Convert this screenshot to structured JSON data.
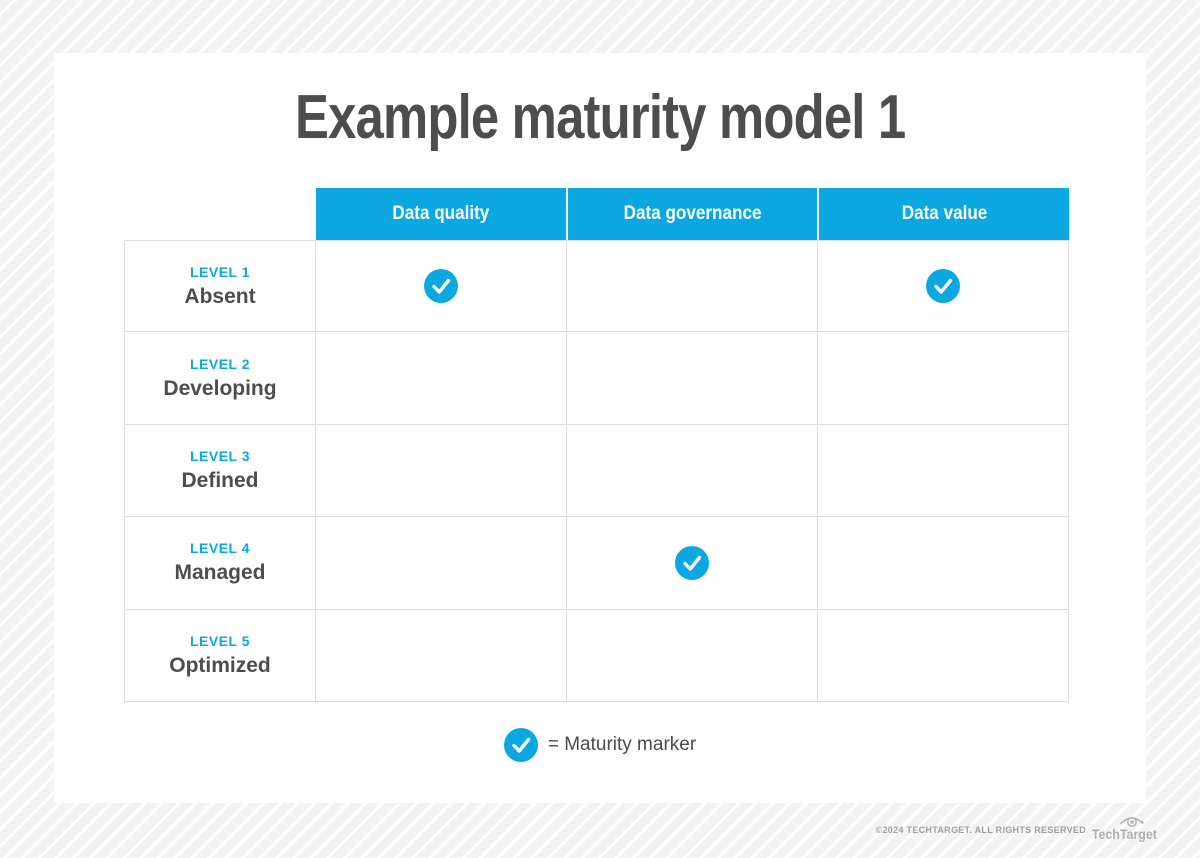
{
  "page": {
    "title": "Example maturity model 1"
  },
  "colors": {
    "accent": "#0aa7e2",
    "title": "#4d4d4f",
    "border": "#dcdcdc"
  },
  "table": {
    "columns": [
      "Data quality",
      "Data governance",
      "Data value"
    ],
    "rows": [
      {
        "level": "LEVEL 1",
        "name": "Absent",
        "markers": [
          true,
          false,
          true
        ]
      },
      {
        "level": "LEVEL 2",
        "name": "Developing",
        "markers": [
          false,
          false,
          false
        ]
      },
      {
        "level": "LEVEL 3",
        "name": "Defined",
        "markers": [
          false,
          false,
          false
        ]
      },
      {
        "level": "LEVEL 4",
        "name": "Managed",
        "markers": [
          false,
          true,
          false
        ]
      },
      {
        "level": "LEVEL 5",
        "name": "Optimized",
        "markers": [
          false,
          false,
          false
        ]
      }
    ]
  },
  "legend": {
    "icon": "check-circle-icon",
    "text": "= Maturity marker"
  },
  "footer": {
    "copyright": "©2024 TECHTARGET. ALL RIGHTS RESERVED",
    "brand": "TechTarget"
  }
}
